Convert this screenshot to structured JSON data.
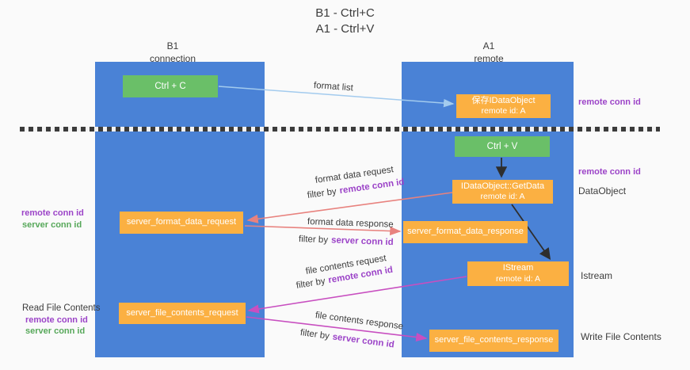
{
  "title": {
    "line1": "B1 - Ctrl+C",
    "line2": "A1 - Ctrl+V"
  },
  "lanes": {
    "left": {
      "title": "B1",
      "subtitle": "connection"
    },
    "right": {
      "title": "A1",
      "subtitle": "remote"
    }
  },
  "nodes": {
    "ctrl_c": {
      "label": "Ctrl + C"
    },
    "ctrl_v": {
      "label": "Ctrl + V"
    },
    "save_idataobject": {
      "line1": "保存IDataObject",
      "line2": "remote id: A"
    },
    "getdata": {
      "line1": "IDataObject::GetData",
      "line2": "remote id: A"
    },
    "istream": {
      "line1": "IStream",
      "line2": "remote id: A"
    },
    "server_format_data_request": {
      "label": "server_format_data_request"
    },
    "server_format_data_response": {
      "label": "server_format_data_response"
    },
    "server_file_contents_request": {
      "label": "server_file_contents_request"
    },
    "server_file_contents_response": {
      "label": "server_file_contents_response"
    }
  },
  "flows": {
    "format_list": {
      "label": "format list"
    },
    "format_data_request": {
      "label": "format data request",
      "filter_prefix": "filter by",
      "filter_id": "remote conn id"
    },
    "format_data_response": {
      "label": "format data response",
      "filter_prefix": "filter by",
      "filter_id": "server conn id"
    },
    "file_contents_request": {
      "label": "file contents request",
      "filter_prefix": "filter by",
      "filter_id": "remote conn id"
    },
    "file_contents_response": {
      "label": "file contents response",
      "filter_prefix": "filter by",
      "filter_id": "server conn id"
    }
  },
  "left_margin": {
    "remote_conn_id_1": "remote conn id",
    "server_conn_id_1": "server conn id",
    "read_file_contents": "Read File Contents",
    "remote_conn_id_2": "remote conn id",
    "server_conn_id_2": "server conn id"
  },
  "right_margin": {
    "remote_conn_id_1": "remote conn id",
    "remote_conn_id_2": "remote conn id",
    "dataobject": "DataObject",
    "istream": "Istream",
    "write_file_contents": "Write File Contents"
  },
  "colors": {
    "lane_blue": "#4a82d6",
    "node_green": "#6abf68",
    "node_orange": "#fbb042",
    "arrow_light_blue": "#a3cbee",
    "arrow_salmon": "#e8827e",
    "arrow_magenta": "#c84fc0",
    "arrow_black": "#2e2e2e",
    "id_purple": "#9c44c8",
    "id_green": "#57a85a"
  }
}
